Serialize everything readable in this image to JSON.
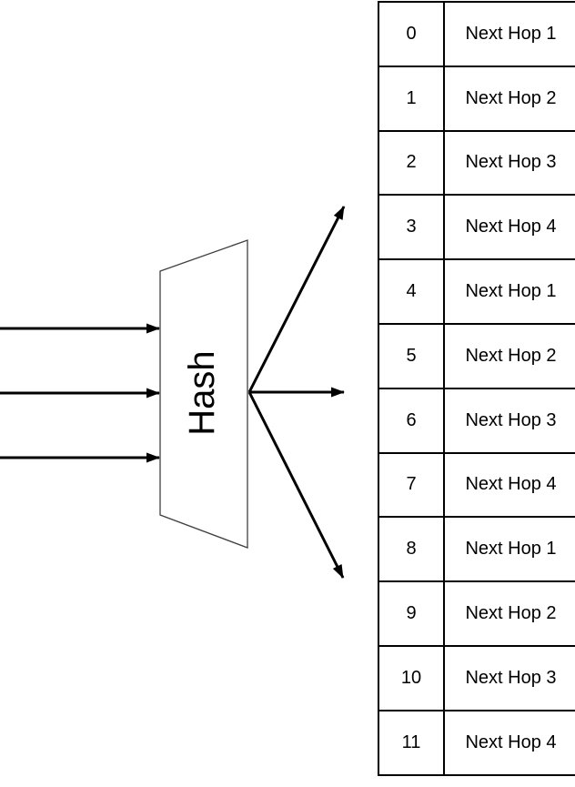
{
  "diagram": {
    "node_label": "Hash",
    "input_arrow_count": 3,
    "output_arrow_count": 3
  },
  "colors": {
    "arrow_line": "#000000",
    "shape_outline": "#404040",
    "table_border": "#000000",
    "text": "#000000",
    "background": "#ffffff"
  },
  "table": {
    "rows": [
      {
        "index": "0",
        "next_hop": "Next Hop 1"
      },
      {
        "index": "1",
        "next_hop": "Next Hop 2"
      },
      {
        "index": "2",
        "next_hop": "Next Hop 3"
      },
      {
        "index": "3",
        "next_hop": "Next Hop 4"
      },
      {
        "index": "4",
        "next_hop": "Next Hop 1"
      },
      {
        "index": "5",
        "next_hop": "Next Hop 2"
      },
      {
        "index": "6",
        "next_hop": "Next Hop 3"
      },
      {
        "index": "7",
        "next_hop": "Next Hop 4"
      },
      {
        "index": "8",
        "next_hop": "Next Hop 1"
      },
      {
        "index": "9",
        "next_hop": "Next Hop 2"
      },
      {
        "index": "10",
        "next_hop": "Next Hop 3"
      },
      {
        "index": "11",
        "next_hop": "Next Hop 4"
      }
    ]
  }
}
